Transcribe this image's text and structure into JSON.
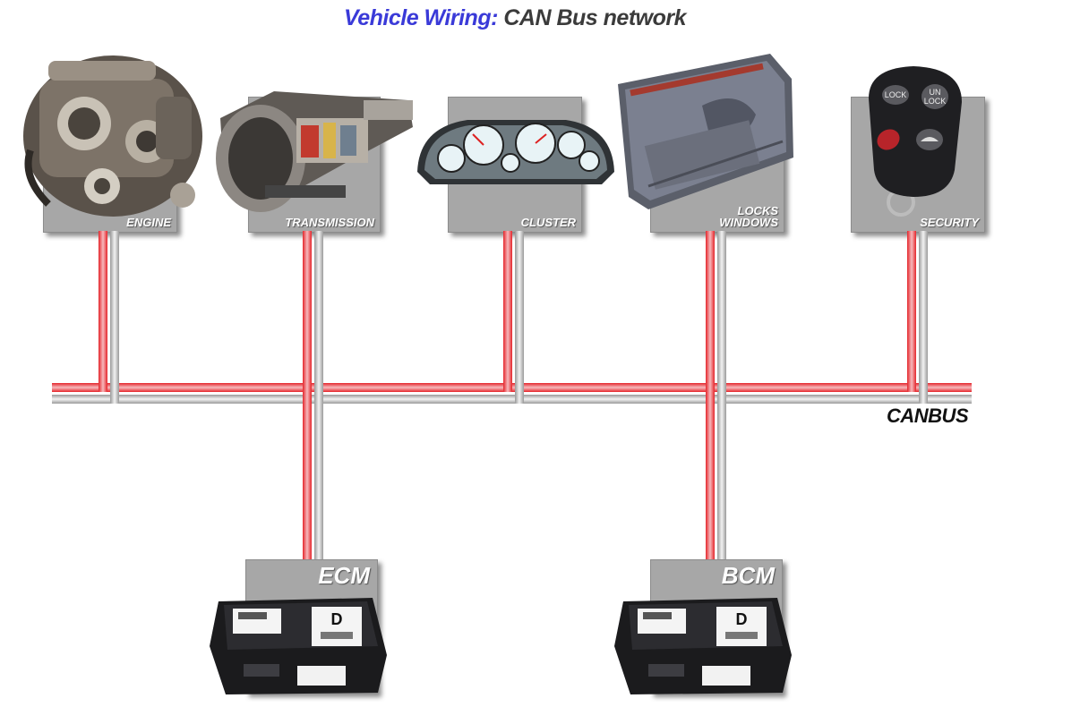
{
  "title": {
    "part1": "Vehicle Wiring:",
    "part2": " CAN Bus network"
  },
  "bus_label": "CANBUS",
  "nodes": [
    {
      "label": "ENGINE"
    },
    {
      "label": "TRANSMISSION"
    },
    {
      "label": "CLUSTER"
    },
    {
      "label_line1": "LOCKS",
      "label_line2": "WINDOWS"
    },
    {
      "label": "SECURITY"
    }
  ],
  "modules": [
    {
      "label": "ECM",
      "letter": "D"
    },
    {
      "label": "BCM",
      "letter": "D"
    }
  ],
  "keyfob": {
    "btn1": "LOCK",
    "btn2a": "UN",
    "btn2b": "LOCK"
  },
  "colors": {
    "wire_red": "#e5252b",
    "wire_pink": "#f6b9bc",
    "wire_gray": "#a0a0a0",
    "title_blue": "#3a3ad8",
    "node_gray": "#a7a7a7"
  }
}
